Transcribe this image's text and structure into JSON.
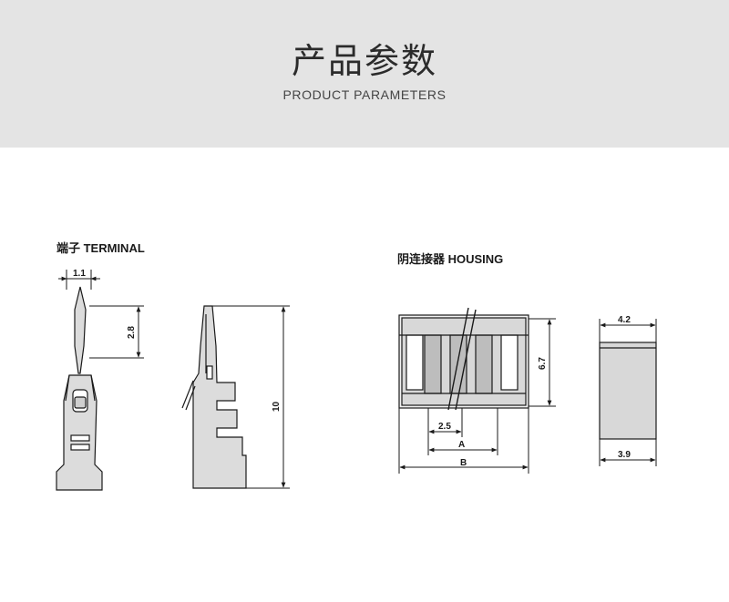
{
  "header": {
    "title": "产品参数",
    "subtitle": "PRODUCT PARAMETERS"
  },
  "terminal": {
    "label": "端子 TERMINAL",
    "dimensions": {
      "width": "1.1",
      "tip": "2.8",
      "length": "10"
    }
  },
  "housing": {
    "label": "阴连接器 HOUSING",
    "dimensions": {
      "pitch": "2.5",
      "a": "A",
      "b": "B",
      "height": "6.7",
      "top_width": "4.2",
      "bottom_width": "3.9"
    }
  },
  "colors": {
    "banner": "#e4e4e4",
    "line": "#1a1a1a",
    "fill": "#d8d8d8"
  }
}
